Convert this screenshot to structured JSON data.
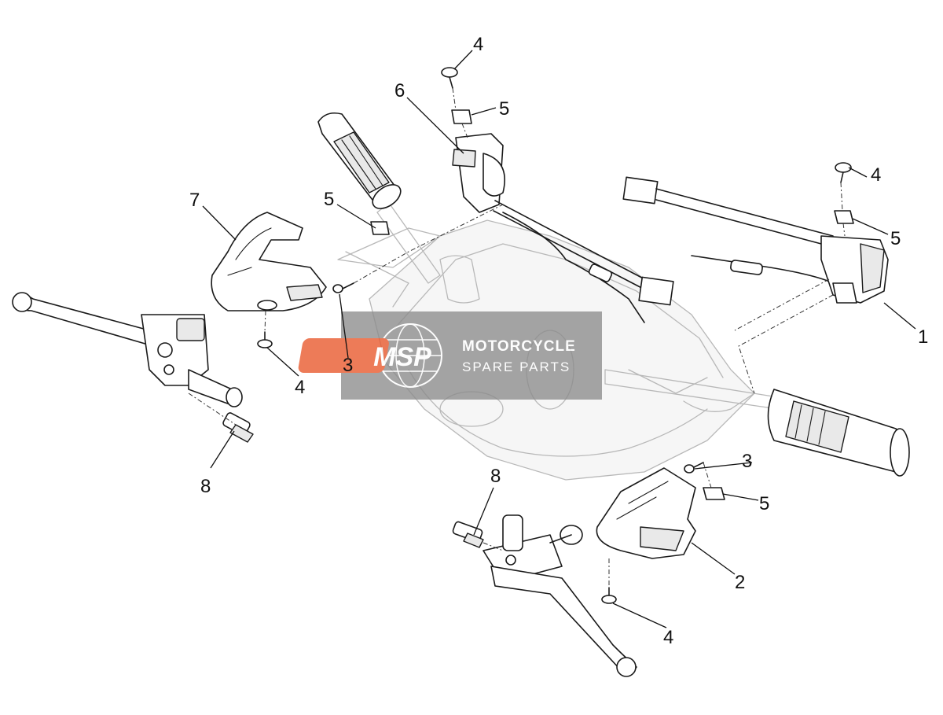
{
  "callouts": [
    {
      "number": "1"
    },
    {
      "number": "2"
    },
    {
      "number": "3"
    },
    {
      "number": "3"
    },
    {
      "number": "4"
    },
    {
      "number": "4"
    },
    {
      "number": "4"
    },
    {
      "number": "4"
    },
    {
      "number": "5"
    },
    {
      "number": "5"
    },
    {
      "number": "5"
    },
    {
      "number": "5"
    },
    {
      "number": "6"
    },
    {
      "number": "7"
    },
    {
      "number": "8"
    },
    {
      "number": "8"
    }
  ],
  "watermark": {
    "logo_text": "MSP",
    "line1": "MOTORCYCLE",
    "line2": "SPARE PARTS",
    "colors": {
      "logo": "#e8572a",
      "panel": "#8c8c8c"
    }
  }
}
